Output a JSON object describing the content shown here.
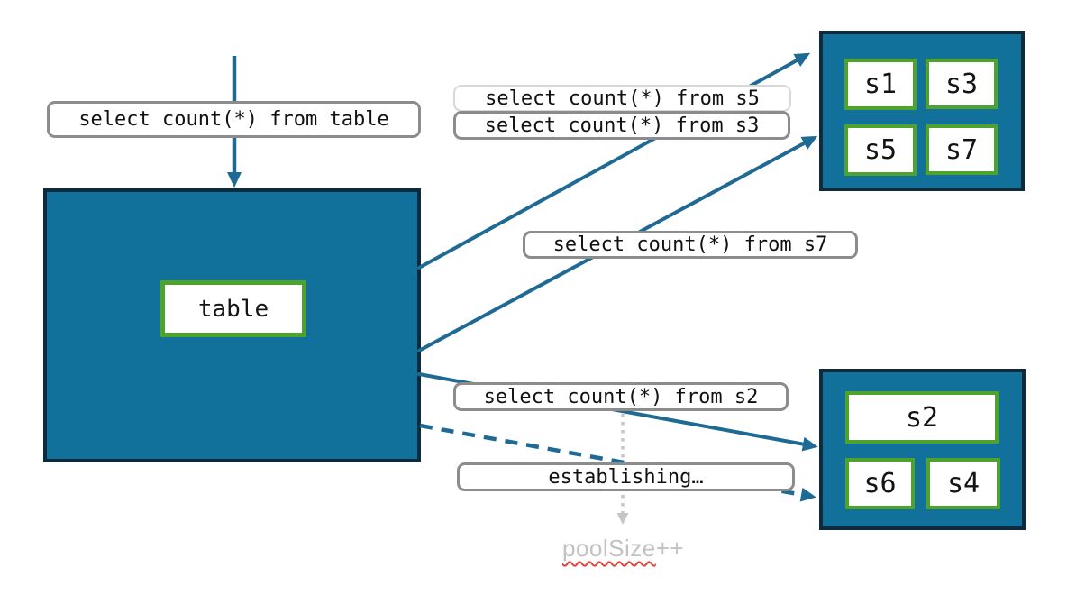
{
  "queries": {
    "table": "select count(*) from table",
    "s5": "select count(*) from s5",
    "s3": "select count(*) from s3",
    "s7": "select count(*) from s7",
    "s2": "select count(*) from s2",
    "establishing": "establishing…"
  },
  "table_node": "table",
  "shard_groups": {
    "top": [
      "s1",
      "s3",
      "s5",
      "s7"
    ],
    "bottom": [
      "s2",
      "s6",
      "s4"
    ]
  },
  "annotation": {
    "word": "poolSize",
    "suffix": "++"
  },
  "colors": {
    "shard_fill": "#11719A",
    "shard_border": "#0D2B3D",
    "node_border": "#4DA32B",
    "arrow": "#1E6A94",
    "label_border": "#8C8C8C",
    "label_border_light": "#D8D8D8",
    "dotted_arrow": "#C6C6C6",
    "muted_text": "#C2C2C2",
    "squiggle": "#E04438"
  }
}
